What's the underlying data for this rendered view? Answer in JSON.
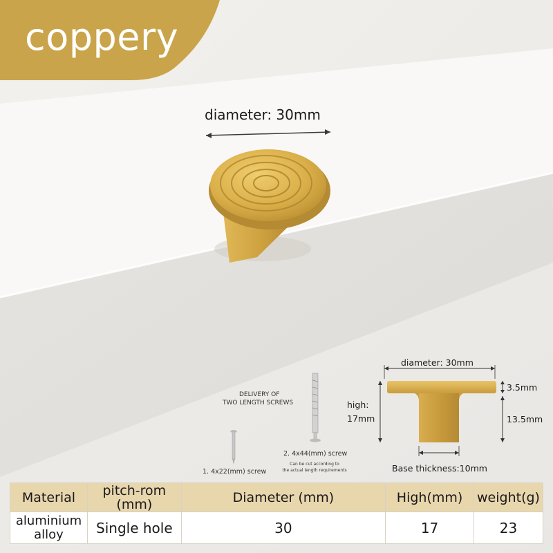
{
  "badge": {
    "label": "coppery",
    "color": "#c9a44a"
  },
  "product": {
    "diameter_label": "diameter: 30mm",
    "finish_color": "#d6ad4b"
  },
  "diagram": {
    "delivery_title_line1": "DELIVERY OF",
    "delivery_title_line2": "TWO LENGTH SCREWS",
    "screw_short": "1. 4x22(mm) screw",
    "screw_long": "2. 4x44(mm) screw",
    "screw_note_line1": "Can be cut according to",
    "screw_note_line2": "the actual length requirements",
    "side_diameter": "diameter: 30mm",
    "cap_thickness": "3.5mm",
    "stem_height": "13.5mm",
    "high_line1": "high:",
    "high_line2": "17mm",
    "base_thickness": "Base thickness:10mm"
  },
  "spec_table": {
    "headers": [
      "Material",
      "pitch-rom\n(mm)",
      "Diameter (mm)",
      "High(mm)",
      "weight(g)"
    ],
    "header_pitch_line1": "pitch-rom",
    "header_pitch_line2": "(mm)",
    "row": {
      "material_line1": "aluminium",
      "material_line2": "alloy",
      "pitch": "Single hole",
      "diameter": "30",
      "high": "17",
      "weight": "23"
    }
  }
}
